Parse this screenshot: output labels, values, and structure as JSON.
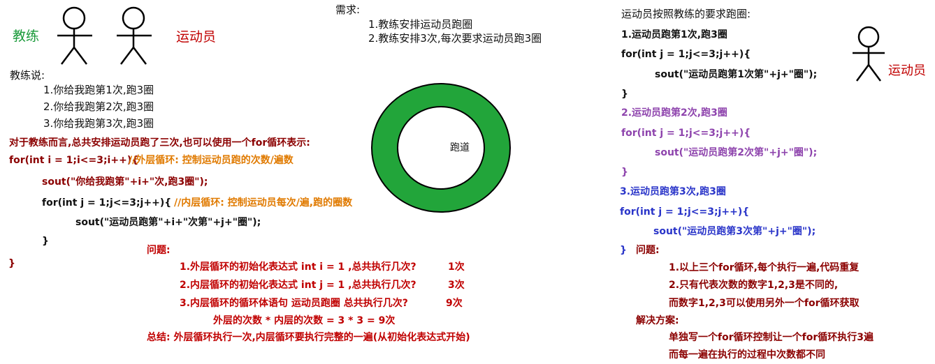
{
  "left": {
    "coach_label": "教练",
    "athlete_label": "运动员",
    "coach_says": "教练说:",
    "items": [
      "1.你给我跑第1次,跑3圈",
      "2.你给我跑第2次,跑3圈",
      "3.你给我跑第3次,跑3圈"
    ],
    "intro": "对于教练而言,总共安排运动员跑了三次,也可以使用一个for循环表示:",
    "outer_for": "for(int i = 1;i<=3;i++){",
    "outer_comment": "//外层循环: 控制运动员跑的次数/遍数",
    "sout_outer": "sout(\"你给我跑第\"+i+\"次,跑3圈\");",
    "inner_for": "for(int j = 1;j<=3;j++){",
    "inner_comment": "//内层循环: 控制运动员每次/遍,跑的圈数",
    "sout_inner": "sout(\"运动员跑第\"+i+\"次第\"+j+\"圈\");",
    "inner_close": "}",
    "outer_close": "}"
  },
  "questions": {
    "title": "问题:",
    "q1": "1.外层循环的初始化表达式 int i = 1 ,总共执行几次?",
    "a1": "1次",
    "q2": "2.内层循环的初始化表达式 int j = 1 ,总共执行几次?",
    "a2": "3次",
    "q3": "3.内层循环的循环体语句 运动员跑圈 总共执行几次?",
    "a3": "9次",
    "formula": "外层的次数 * 内层的次数 = 3 * 3 = 9次",
    "summary": "总结: 外层循环执行一次,内层循环要执行完整的一遍(从初始化表达式开始)"
  },
  "requirements": {
    "title": "需求:",
    "r1": "1.教练安排运动员跑圈",
    "r2": "2.教练安排3次,每次要求运动员跑3圈"
  },
  "track": {
    "label": "跑道",
    "color": "#22a53a"
  },
  "right": {
    "title": "运动员按照教练的要求跑圈:",
    "athlete_label": "运动员",
    "b1_title": "1.运动员跑第1次,跑3圈",
    "b1_for": "for(int j = 1;j<=3;j++){",
    "b1_sout": "sout(\"运动员跑第1次第\"+j+\"圈\");",
    "b1_close": "}",
    "b2_title": "2.运动员跑第2次,跑3圈",
    "b2_for": "for(int j = 1;j<=3;j++){",
    "b2_sout": "sout(\"运动员跑第2次第\"+j+\"圈\");",
    "b2_close": "}",
    "b3_title": "3.运动员跑第3次,跑3圈",
    "b3_for": "for(int j = 1;j<=3;j++){",
    "b3_sout": "sout(\"运动员跑第3次第\"+j+\"圈\");",
    "b3_close": "}",
    "q_title": "问题:",
    "q1": "1.以上三个for循环,每个执行一遍,代码重复",
    "q2": "2.只有代表次数的数字1,2,3是不同的,",
    "q3": "而数字1,2,3可以使用另外一个for循环获取",
    "sol_title": "解决方案:",
    "s1": "单独写一个for循环控制让一个for循环执行3遍",
    "s2": "而每一遍在执行的过程中次数都不同"
  }
}
